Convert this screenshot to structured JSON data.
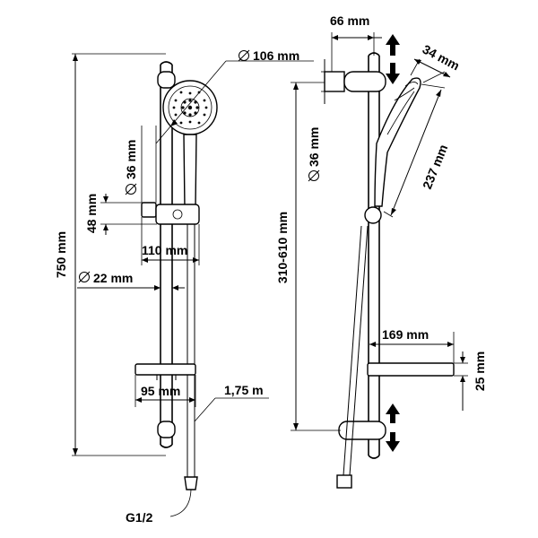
{
  "dimensions": {
    "total_height": "750 mm",
    "head_diameter": "106 mm",
    "holder_diameter": "36 mm",
    "holder_height": "48 mm",
    "holder_width": "110 mm",
    "rail_diameter": "22 mm",
    "soap_dish_width": "95 mm",
    "hose_length": "1,75 m",
    "connection": "G1/2",
    "wall_offset": "66 mm",
    "side_holder_diameter": "36 mm",
    "adjust_range": "310-610 mm",
    "head_depth": "34 mm",
    "head_length": "237 mm",
    "shelf_depth": "169 mm",
    "shelf_height": "25 mm"
  },
  "icons": {
    "adjust_arrow_top": "double-arrow-icon",
    "adjust_arrow_bottom": "double-arrow-icon",
    "diameter_symbol": "diameter-icon"
  }
}
